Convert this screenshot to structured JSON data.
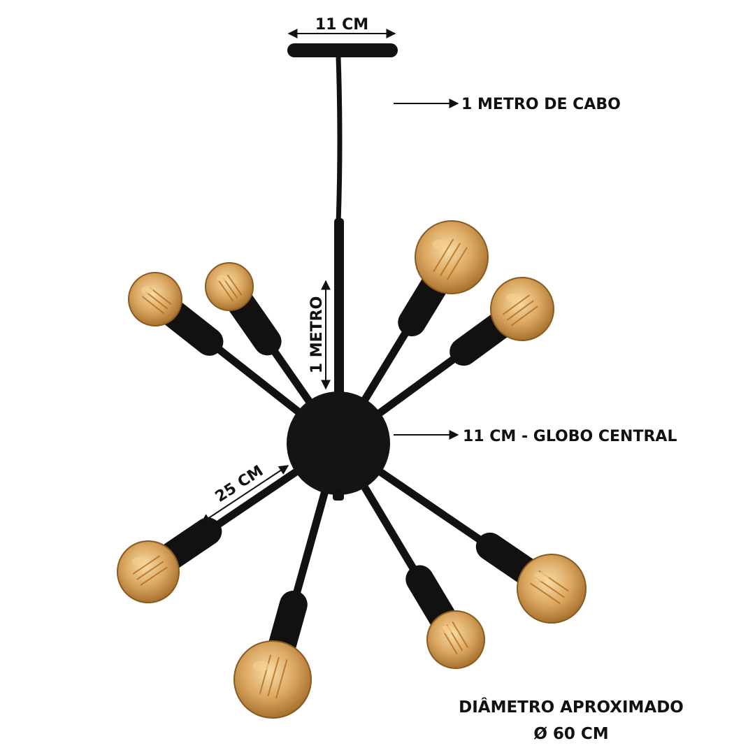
{
  "labels": {
    "canopy_width": "11 CM",
    "cable_length": "1 METRO DE CABO",
    "rod_length": "1 METRO",
    "globe_size": "11 CM - GLOBO CENTRAL",
    "arm_length": "25 CM",
    "diameter_title": "DIÂMETRO APROXIMADO",
    "diameter_value": "Ø 60 CM"
  },
  "colors": {
    "fixture": "#111111",
    "bulb_glass": "#d9a866",
    "bulb_glow": "#f3cf8e",
    "filament": "#b36a1a",
    "bulb_outline": "#8a5a20"
  }
}
